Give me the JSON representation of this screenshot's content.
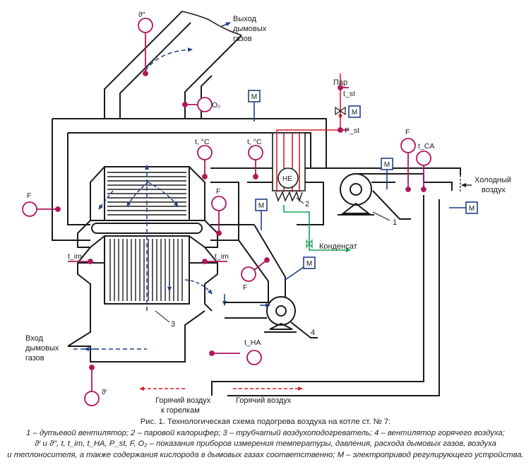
{
  "labels": {
    "exhaust_out": [
      "Выход",
      "дымовых",
      "газов"
    ],
    "flue_in": [
      "Вход",
      "дымовых",
      "газов"
    ],
    "steam": "Пар",
    "condensate": "Конденсат",
    "cold_air": [
      "Холодный",
      "воздух"
    ],
    "hot_air_burners": [
      "Горячий воздух",
      "к горелкам"
    ],
    "hot_air": "Горячий воздух",
    "he": "НЕ"
  },
  "instruments": {
    "theta_out": "ϑ″",
    "theta_in": "ϑ′",
    "o2": "O₂",
    "t_st": "t_st",
    "p_st": "P_st",
    "t_c_a": "t, °C",
    "t_c_b": "t, °C",
    "f": "F",
    "t_ca": "t_CA",
    "t_im": "t_im",
    "t_ha": "t_HA",
    "m": "M"
  },
  "numbers": {
    "n1": "1",
    "n2": "2",
    "n3": "3",
    "n4": "4"
  },
  "caption": {
    "title": "Рис. 1. Технологическая схема подогрева воздуха на котле ст. № 7:",
    "line1": "1 – дутьевой вентилятор; 2 – паровой калорифер; 3 – трубчатый воздухоподогреватель; 4 – вентилятор горячего воздуха;",
    "line2": "ϑ′ и ϑ″, t, t_im, t_HA, P_st, F, O₂ – показания приборов измерения температуры, давления, расхода дымовых газов, воздуха",
    "line3": "и теплоносителя, а также содержания кислорода в дымовых газах соответственно; М – электропривод регулирующего устройства."
  },
  "colors": {
    "line": "#1a1a1a",
    "instrument": "#b0165a",
    "drive": "#1f3f86",
    "steam": "#d21f2a",
    "condensate": "#18a05a"
  }
}
